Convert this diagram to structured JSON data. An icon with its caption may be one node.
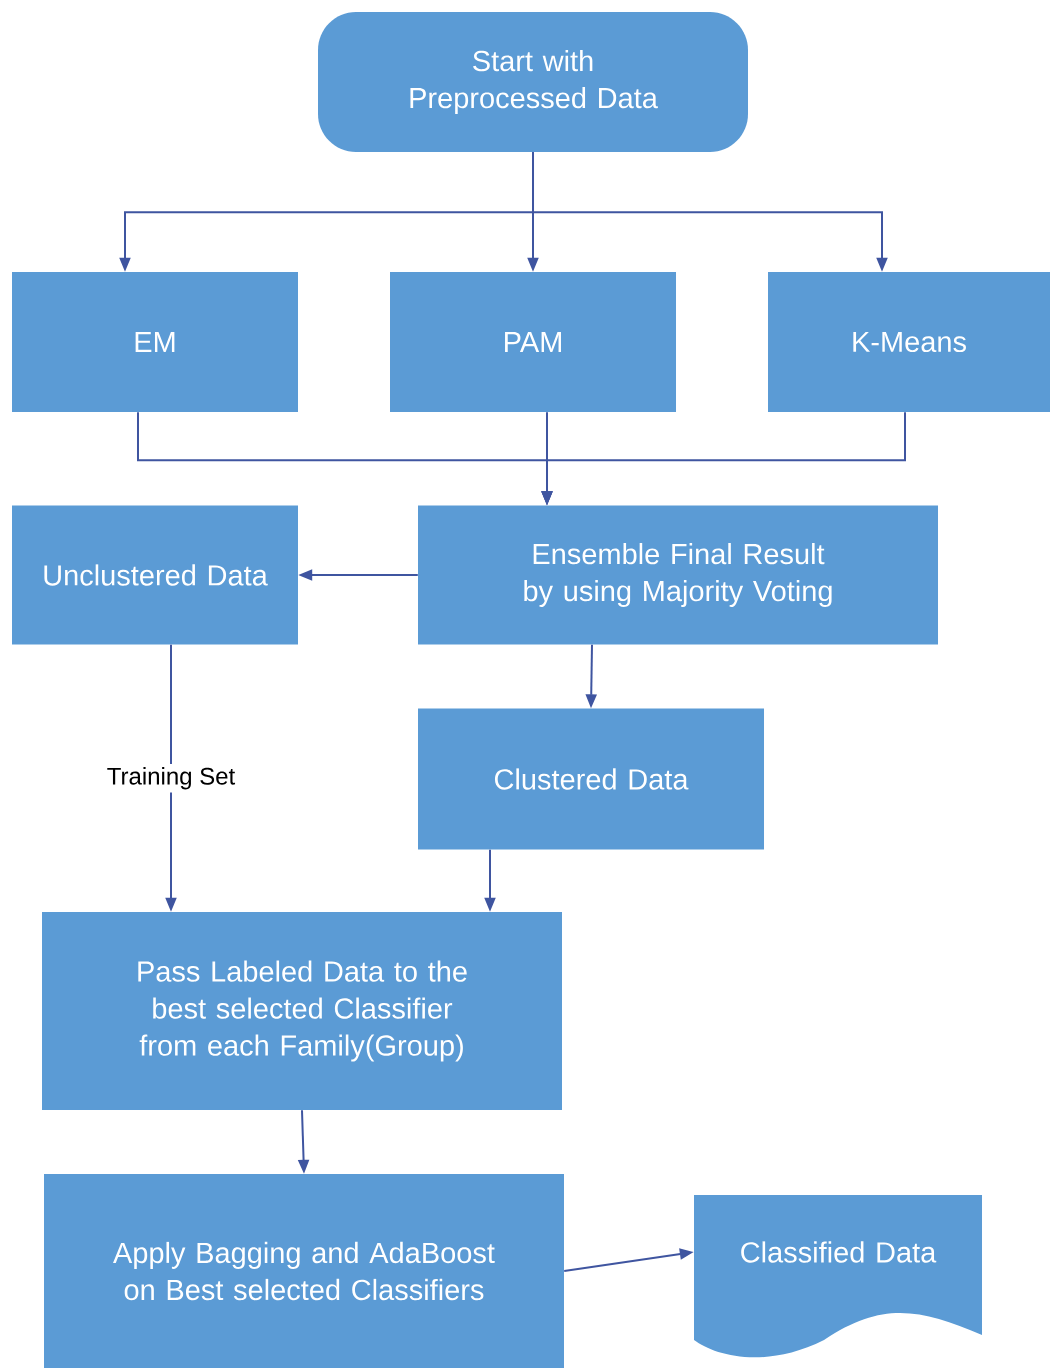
{
  "diagram": {
    "nodes": [
      {
        "text": [
          "Start with Preprocessed Data"
        ]
      },
      {
        "text": [
          "EM"
        ]
      },
      {
        "text": [
          "PAM"
        ]
      },
      {
        "text": [
          "K-Means"
        ]
      },
      {
        "text": [
          "Unclustered Data"
        ]
      },
      {
        "text": [
          "Ensemble Final Result by using Majority Voting"
        ]
      },
      {
        "text": [
          "Clustered Data"
        ]
      },
      {
        "text": [
          "Pass Labeled Data to the best selected Classifier from each Family(Group)"
        ]
      },
      {
        "text": [
          "Apply Bagging and AdaBoost on Best selected Classifiers"
        ]
      },
      {
        "text": [
          "Classified Data"
        ]
      }
    ],
    "edges": [
      {
        "from": 0,
        "to": 1,
        "arrow": "to"
      },
      {
        "from": 0,
        "to": 2,
        "arrow": "to"
      },
      {
        "from": 0,
        "to": 3,
        "arrow": "to"
      },
      {
        "from": 1,
        "to": 5,
        "arrow": "to"
      },
      {
        "from": 2,
        "to": 5,
        "arrow": "to"
      },
      {
        "from": 3,
        "to": 5,
        "arrow": "to"
      },
      {
        "from": 5,
        "to": 4,
        "arrow": "to"
      },
      {
        "from": 5,
        "to": 6,
        "arrow": "to"
      },
      {
        "from": 4,
        "to": 7,
        "arrow": "to",
        "label": "Training Set"
      },
      {
        "from": 6,
        "to": 7,
        "arrow": "to"
      },
      {
        "from": 7,
        "to": 8,
        "arrow": "to"
      },
      {
        "from": 8,
        "to": 9,
        "arrow": "to"
      }
    ]
  }
}
